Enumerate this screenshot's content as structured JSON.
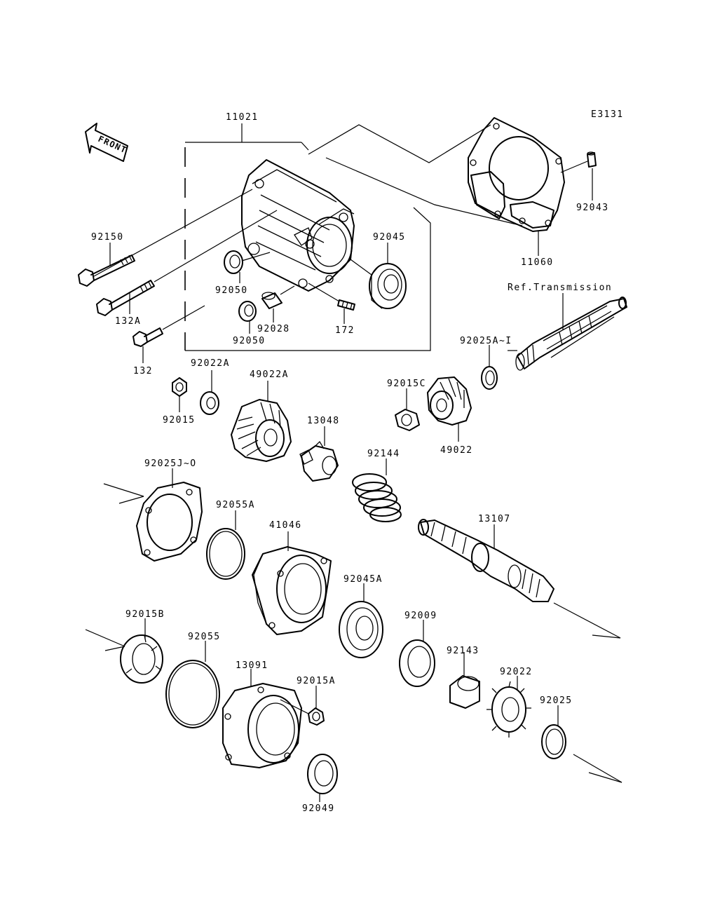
{
  "diagram_code": "E3131",
  "front_label": "FRONT",
  "ref_label": "Ref.Transmission",
  "labels": {
    "p11021": "11021",
    "p92043": "92043",
    "p11060": "11060",
    "p92150": "92150",
    "p92045": "92045",
    "p92050a": "92050",
    "p92050b": "92050",
    "p92028": "92028",
    "p172": "172",
    "p132a": "132A",
    "p132": "132",
    "p92025a": "92025A~I",
    "p92022a": "92022A",
    "p49022a": "49022A",
    "p92015c": "92015C",
    "p92015": "92015",
    "p13048": "13048",
    "p49022": "49022",
    "p92144": "92144",
    "p92025j": "92025J~O",
    "p92055a": "92055A",
    "p41046": "41046",
    "p13107": "13107",
    "p92045a": "92045A",
    "p92015b": "92015B",
    "p92009": "92009",
    "p92055": "92055",
    "p92143": "92143",
    "p13091": "13091",
    "p92015a": "92015A",
    "p92022": "92022",
    "p92025": "92025",
    "p92049": "92049"
  }
}
